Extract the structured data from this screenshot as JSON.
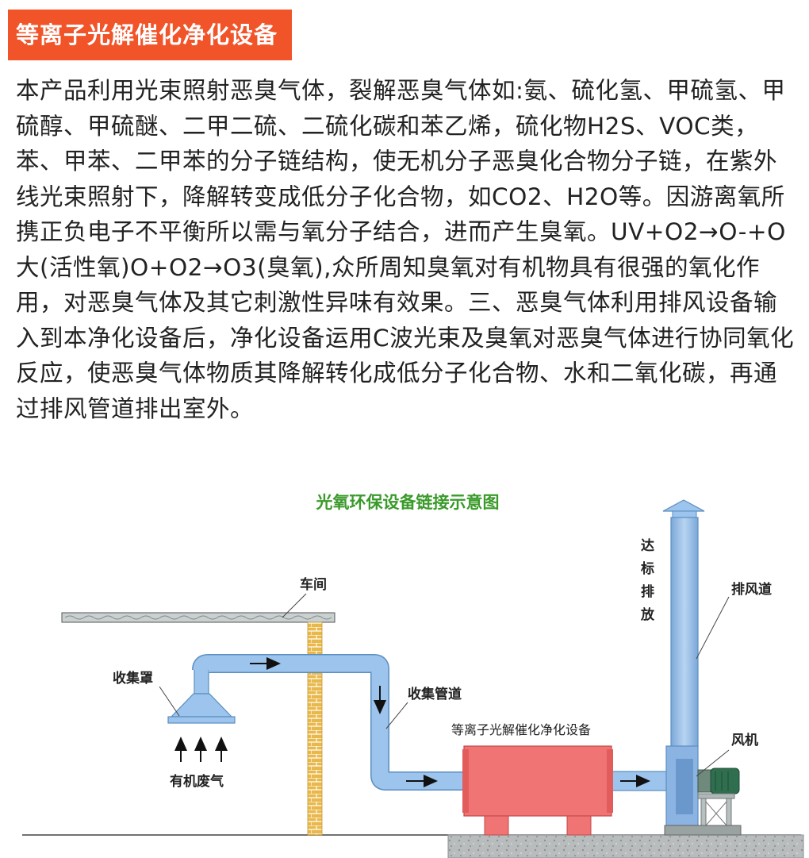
{
  "header": {
    "title": "等离子光解催化净化设备"
  },
  "intro": {
    "paragraph": "本产品利用光束照射恶臭气体，裂解恶臭气体如:氨、硫化氢、甲硫氢、甲硫醇、甲硫醚、二甲二硫、二硫化碳和苯乙烯，硫化物H2S、VOC类，苯、甲苯、二甲苯的分子链结构，使无机分子恶臭化合物分子链，在紫外线光束照射下，降解转变成低分子化合物，如CO2、H2O等。因游离氧所携正负电子不平衡所以需与氧分子结合，进而产生臭氧。UV+O2→O-+O大(活性氧)O+O2→O3(臭氧),众所周知臭氧对有机物具有很强的氧化作用，对恶臭气体及其它刺激性异味有效果。三、恶臭气体利用排风设备输入到本净化设备后，净化设备运用C波光束及臭氧对恶臭气体进行协同氧化反应，使恶臭气体物质其降解转化成低分子化合物、水和二氧化碳，再通过排风管道排出室外。"
  },
  "diagram": {
    "title": "光氧环保设备链接示意图",
    "labels": {
      "workshop": "车间",
      "hood": "收集罩",
      "waste_gas": "有机废气",
      "pipe": "收集管道",
      "equipment": "等离子光解催化净化设备",
      "exhaust": "排风道",
      "discharge": [
        "达",
        "标",
        "排",
        "放"
      ],
      "fan": "风机"
    },
    "colors": {
      "title_green": "#3a9a2a",
      "pipe_blue": "#9cc4ec",
      "pipe_stroke": "#5a8ec0",
      "equipment_red": "#f07474",
      "wall_brick": "#e8b84a",
      "ground": "#b8bcbc",
      "motor_green": "#2f6e4e"
    }
  }
}
